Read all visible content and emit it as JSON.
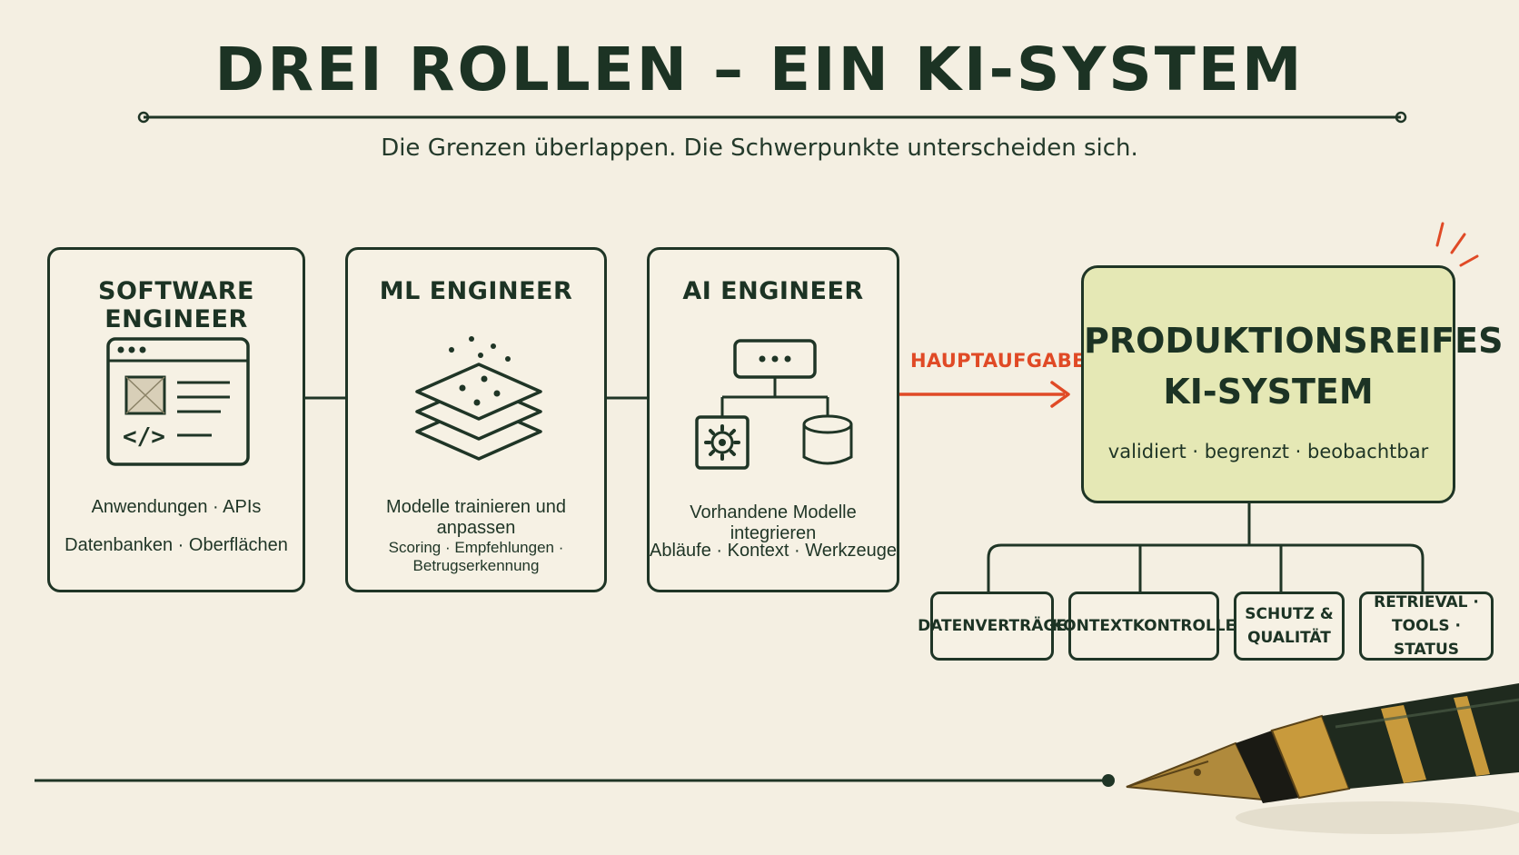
{
  "title": "DREI ROLLEN – EIN KI-SYSTEM",
  "subtitle": "Die Grenzen überlappen. Die Schwerpunkte unterscheiden sich.",
  "roles": [
    {
      "title": "SOFTWARE ENGINEER",
      "line1": "Anwendungen · APIs",
      "line2": "Datenbanken · Oberflächen",
      "icon": "browser-code-icon"
    },
    {
      "title": "ML ENGINEER",
      "line1": "Modelle trainieren und anpassen",
      "line2": "Scoring · Empfehlungen · Betrugserkennung",
      "icon": "layers-icon"
    },
    {
      "title": "AI ENGINEER",
      "line1": "Vorhandene Modelle integrieren",
      "line2": "Abläufe · Kontext · Werkzeuge",
      "icon": "system-integration-icon"
    }
  ],
  "arrow_label": "HAUPTAUFGABE",
  "target": {
    "line1": "PRODUKTIONSREIFES",
    "line2": "KI-SYSTEM",
    "properties": "validiert · begrenzt · beobachtbar"
  },
  "components": [
    {
      "line1": "DATENVERTRÄGE",
      "line2": ""
    },
    {
      "line1": "KONTEXTKONTROLLE",
      "line2": ""
    },
    {
      "line1": "SCHUTZ &",
      "line2": "QUALITÄT"
    },
    {
      "line1": "RETRIEVAL ·",
      "line2": "TOOLS · STATUS"
    }
  ],
  "colors": {
    "background": "#f4efe2",
    "ink": "#1f3526",
    "accent": "#e04a26",
    "highlight": "#e5e8b5"
  }
}
